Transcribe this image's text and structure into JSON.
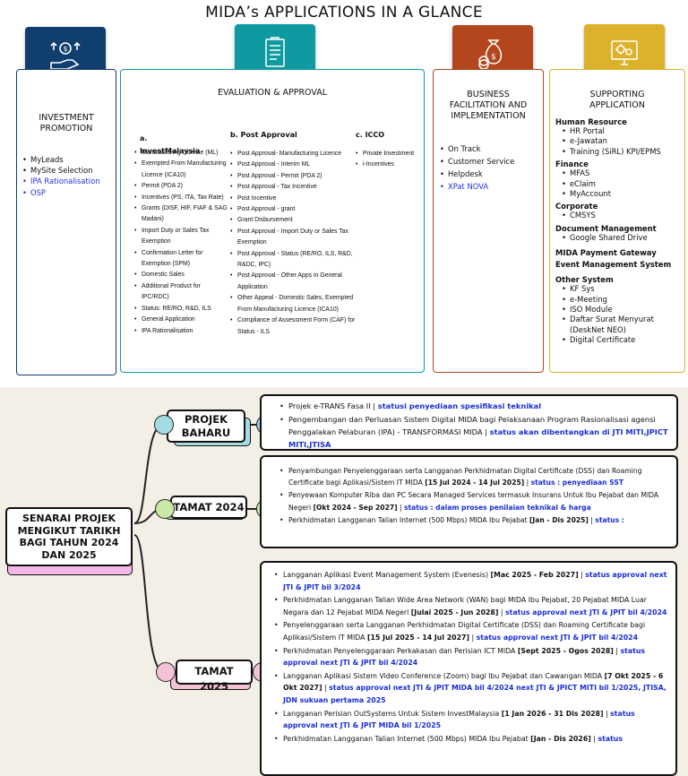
{
  "title": "MIDA’s APPLICATIONS IN A GLANCE",
  "colors": {
    "navy": "#0f3e6f",
    "teal": "#0f9aa2",
    "rust": "#b3461d",
    "gold": "#dcb22c",
    "green_dot": "#c9e8a6",
    "blue_dot": "#9fc5e8",
    "pink_dot": "#f3c2d6",
    "cyan_dot": "#a4dde1",
    "link": "#1a2fd6"
  },
  "icons": [
    "investment-hand-icon",
    "clipboard-checklist-icon",
    "money-bag-coins-icon",
    "gears-monitor-icon"
  ],
  "investment": {
    "heading": "INVESTMENT PROMOTION",
    "items": [
      {
        "label": "MyLeads",
        "link": false
      },
      {
        "label": "MySite Selection",
        "link": false
      },
      {
        "label": "IPA Rationalisation",
        "link": true
      },
      {
        "label": "OSP",
        "link": true
      }
    ]
  },
  "evaluation": {
    "heading": "EVALUATION & APPROVAL",
    "a": {
      "title": "a. InvestMalaysia",
      "items": [
        "Manufacturing License (ML)",
        "Exempted From Manufacturing Licence (ICA10)",
        "Permit (PDA 2)",
        "Incentives (PS, ITA, Tax Rate)",
        "Grants (DISF, HIF, FIAF & SAG Madani)",
        "Import Duty or Sales Tax Exemption",
        "Confirmation Letter for Exemption (SPM)",
        "Domestic Sales",
        "Additional Product for IPC/RDC)",
        "Status: RE/RO, R&D, ILS",
        "General Application",
        "IPA Rationalisation"
      ]
    },
    "b": {
      "title": "b. Post Approval",
      "items": [
        "Post Approval- Manufacturing Licence",
        "Post Approval - Interim ML",
        "Post Approval - Permit (PDA 2)",
        "Post Approval - Tax Incentive",
        "Post Incentive",
        "Post Approval - grant",
        "Grant Disbursement",
        "Post Approval - Import Duty or Sales Tax Exemption",
        "Post Approval - Status (RE/RO, ILS, R&D, R&DC, IPC)",
        "Post Approval - Other Apps in General Application",
        "Other Appeal - Domestic Sales, Exempted From Manufacturing Licence (ICA10)",
        "Compliance of Assessment Form (CAF) for Status - ILS"
      ]
    },
    "c": {
      "title": "c. ICCO",
      "items": [
        "Private Investment",
        "i-Incentives"
      ]
    }
  },
  "business": {
    "heading": "BUSINESS FACILITATION AND IMPLEMENTATION",
    "items": [
      {
        "label": "On Track",
        "link": false
      },
      {
        "label": "Customer Service",
        "link": false
      },
      {
        "label": "Helpdesk",
        "link": false
      },
      {
        "label": "XPat NOVA",
        "link": true
      }
    ]
  },
  "supporting": {
    "heading": "SUPPORTING APPLICATION",
    "groups": [
      {
        "title": "Human Resource",
        "items": [
          "HR Portal",
          "e-Jawatan",
          "Training (SiRL) KPI/EPMS"
        ]
      },
      {
        "title": "Finance",
        "items": [
          "MFAS",
          "eClaim",
          "MyAccount"
        ]
      },
      {
        "title": "Corporate",
        "items": [
          "CMSYS"
        ]
      },
      {
        "title": "Document Management",
        "items": [
          "Google Shared Drive"
        ]
      },
      {
        "title": "MIDA Payment Gateway",
        "items": []
      },
      {
        "title": "Event Management System",
        "items": []
      },
      {
        "title": "Other System",
        "items": [
          "KF Sys",
          "e-Meeting",
          "ISO Module",
          "Daftar Surat Menyurat (DeskNet NEO)",
          "Digital Certificate"
        ]
      }
    ]
  },
  "mindmap": {
    "root": "SENARAI PROJEK MENGIKUT TARIKH BAGI TAHUN 2024 DAN 2025",
    "branches": [
      {
        "label": "PROJEK BAHARU",
        "items": [
          {
            "text": "Projek e-TRANS Fasa II | ",
            "status": "statusi penyediaan spesifikasi teknikal"
          },
          {
            "text": "Pengembangan dan Perluasan Sistem Digital MIDA bagi Pelaksanaan Program Rasionalisasi agensi Penggalakan Pelaburan (IPA) - TRANSFORMASI MIDA | ",
            "status": "status akan dibentangkan di JTI MITI,JPICT MITI,JTISA"
          }
        ]
      },
      {
        "label": "TAMAT 2024",
        "items": [
          {
            "text": "Penyambungan Penyelenggaraan serta Langganan Perkhidmatan Digital Certificate (DSS) dan Roaming Certificate bagi Aplikasi/Sistem IT MIDA ",
            "date": "[15 Jul 2024 - 14 Jul 2025]",
            "sep": " | ",
            "status": "status : penyediaan SST"
          },
          {
            "text": "Penyewaan Komputer Riba dan PC Secara Managed Services termasuk Insurans Untuk Ibu Pejabat dan MIDA Negeri ",
            "date": "[Okt 2024 - Sep 2027]",
            "sep": " | ",
            "status": "status : dalam proses penilaian teknikal & harga"
          },
          {
            "text": "Perkhidmatan Langganan Talian Internet (500 Mbps) MIDA Ibu Pejabat ",
            "date": "[Jan - Dis 2025]",
            "sep": " | ",
            "status": "status :"
          }
        ]
      },
      {
        "label": "TAMAT 2025",
        "items": [
          {
            "text": "Langganan Aplikasi Event Management System (Evenesis) ",
            "date": "[Mac 2025 - Feb 2027]",
            "sep": " | ",
            "status": "status approval next JTI & JPIT bil 3/2024"
          },
          {
            "text": "Perkhidmatan Langganan Talian Wide Area Network (WAN) bagi MIDA Ibu Pejabat, 20 Pejabat MIDA Luar Negara dan 12 Pejabat MIDA Negeri ",
            "date": "[Julai 2025 - Jun 2028]",
            "sep": " | ",
            "status": "status approval next JTI & JPIT bil 4/2024"
          },
          {
            "text": "Penyelenggaraan serta Langganan Perkhidmatan Digital Certificate (DSS) dan Roaming Certificate bagi Aplikasi/Sistem IT MIDA ",
            "date": "[15 Jul 2025 - 14 Jul 2027]",
            "sep": " | ",
            "status": "status approval next JTI & JPIT bil 4/2024"
          },
          {
            "text": "Perkhidmatan Penyelenggaraan Perkakasan dan Perisian ICT MIDA ",
            "date": "[Sept 2025 - Ogos 2028]",
            "sep": " | ",
            "status": "status approval next JTI & JPIT bil 4/2024"
          },
          {
            "text": "Langganan Aplikasi Sistem Video Conference (Zoom) bagi Ibu Pejabat dan Cawangan MIDA ",
            "date": "[7 Okt 2025 - 6 Okt 2027]",
            "sep": " | ",
            "status": "status approval next JTI & JPIT MIDA bil 4/2024 next JTI & JPICT MITI bil 1/2025, JTISA, JDN  sukuan pertama 2025"
          },
          {
            "text": "Langganan Perisian OutSystems Untuk Sistem InvestMalaysia ",
            "date": "[1 Jan 2026 - 31 Dis 2028]",
            "sep": " | ",
            "status": "status approval next  JTI & JPIT MIDA bil 1/2025"
          },
          {
            "text": "Perkhidmatan Langganan Talian Internet (500 Mbps) MIDA Ibu Pejabat ",
            "date": "[Jan - Dis 2026]",
            "sep": " | ",
            "status": "status"
          }
        ]
      }
    ]
  }
}
